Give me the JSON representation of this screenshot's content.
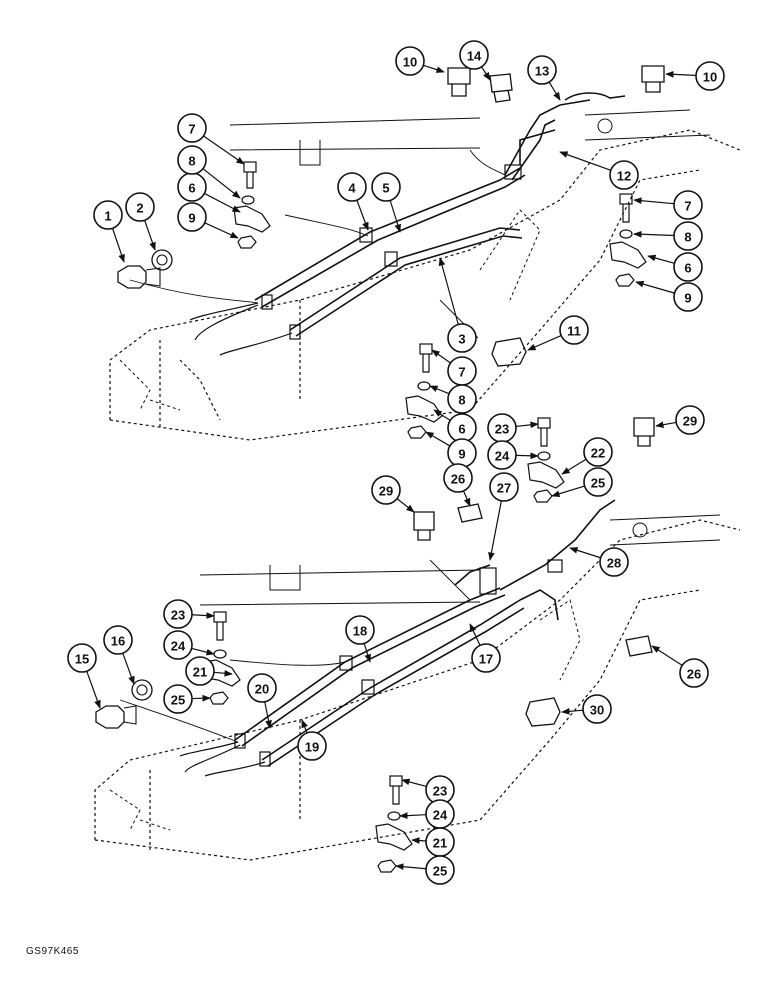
{
  "diagram": {
    "reference_code": "GS97K465",
    "callouts": [
      "1",
      "2",
      "3",
      "4",
      "5",
      "6",
      "7",
      "8",
      "9",
      "10",
      "10",
      "11",
      "12",
      "13",
      "14",
      "7",
      "8",
      "6",
      "9",
      "6",
      "7",
      "8",
      "9",
      "23",
      "24",
      "22",
      "25",
      "29",
      "26",
      "27",
      "29",
      "28",
      "26",
      "30",
      "23",
      "24",
      "21",
      "25",
      "15",
      "16",
      "20",
      "18",
      "17",
      "19",
      "23",
      "24",
      "21",
      "25"
    ]
  }
}
